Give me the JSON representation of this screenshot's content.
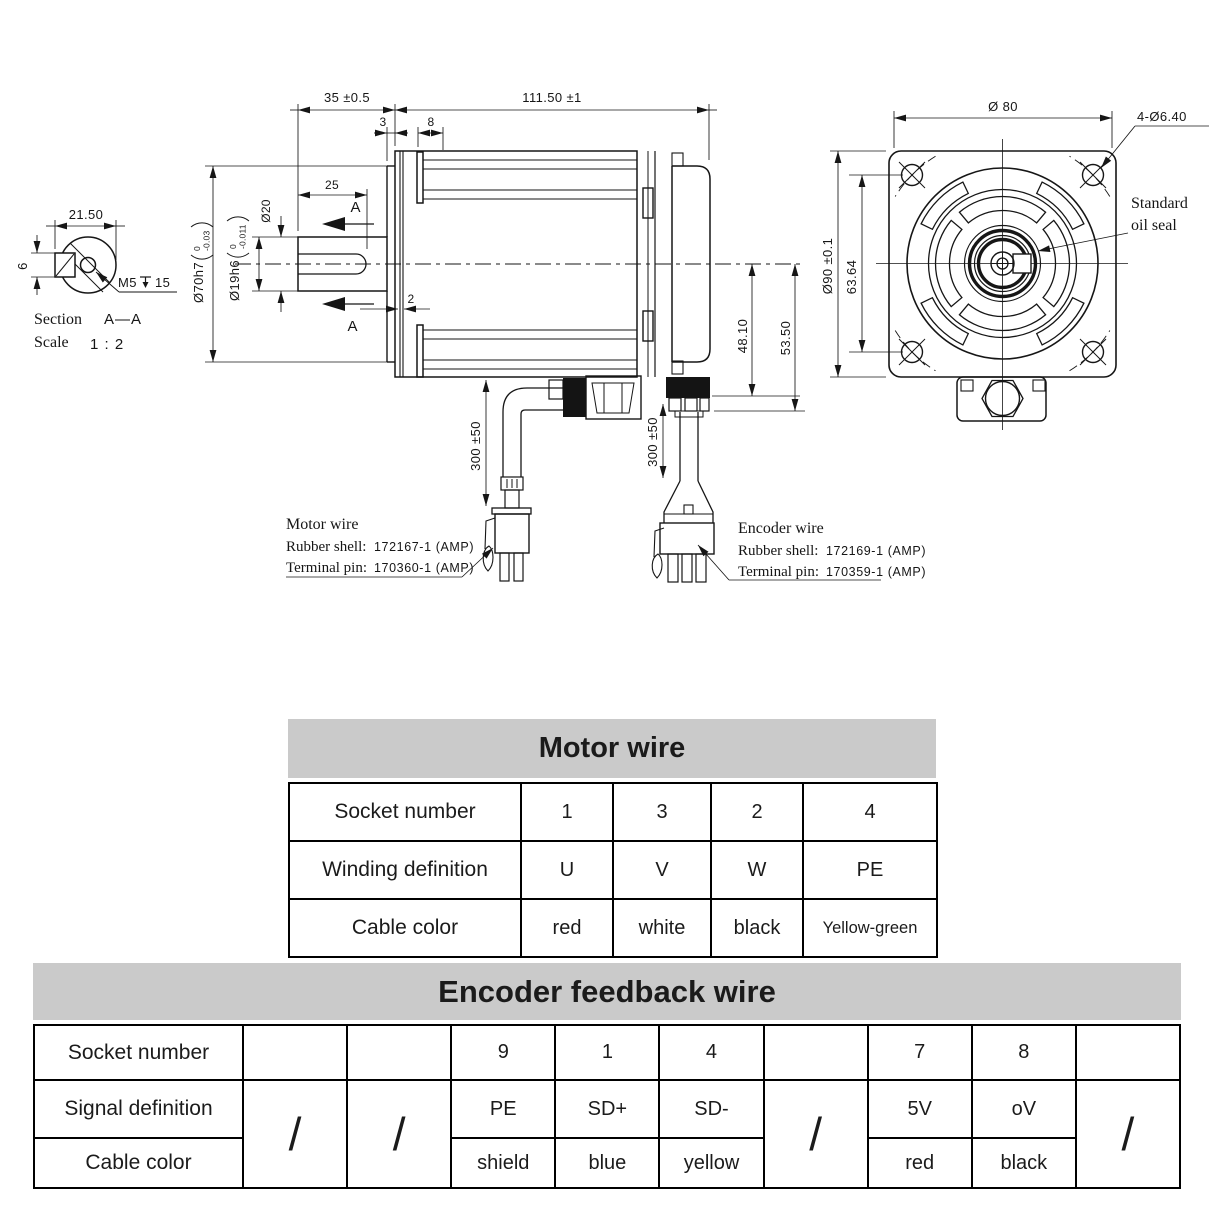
{
  "drawing": {
    "section_view": {
      "dim_width": "21.50",
      "dim_key_height": "6",
      "thread_label": "M5",
      "thread_depth": "15",
      "title_prefix": "Section",
      "title_value": "A—A",
      "scale_prefix": "Scale",
      "scale_value": "1 : 2"
    },
    "side_view": {
      "dim_shaft_length": "35 ±0.5",
      "dim_body_length": "111.50 ±1",
      "dim_boss_depth": "3",
      "dim_flange_thickness": "8",
      "dim_key_length": "25",
      "dim_shaft_dia": "Ø20",
      "dim_pilot_dia": {
        "label": "Ø70h7",
        "tol_top": "0",
        "tol_bottom": "-0.03"
      },
      "dim_shaft_fit": {
        "label": "Ø19h6",
        "tol_top": "0",
        "tol_bottom": "-0.011"
      },
      "dim_step": "2",
      "section_arrow_label": "A",
      "dim_cable_height_1": "48.10",
      "dim_cable_height_2": "53.50",
      "dim_motor_cable_length": "300 ±50",
      "dim_encoder_cable_length": "300 ±50"
    },
    "front_view": {
      "dim_flange_width": "Ø 80",
      "dim_mount_holes": "4-Ø6.40",
      "oil_seal_label_1": "Standard",
      "oil_seal_label_2": "oil seal",
      "dim_flange_height": "Ø90 ±0.1",
      "dim_hole_pitch": "63.64"
    },
    "motor_wire_label": {
      "title": "Motor wire",
      "shell_prefix": "Rubber shell:",
      "shell_value": "172167-1 (AMP)",
      "pin_prefix": "Terminal pin:",
      "pin_value": "170360-1 (AMP)"
    },
    "encoder_wire_label": {
      "title": "Encoder wire",
      "shell_prefix": "Rubber shell:",
      "shell_value": "172169-1 (AMP)",
      "pin_prefix": "Terminal pin:",
      "pin_value": "170359-1 (AMP)"
    }
  },
  "motor_table": {
    "title": "Motor wire",
    "rows": [
      {
        "label": "Socket number",
        "values": [
          "1",
          "3",
          "2",
          "4"
        ]
      },
      {
        "label": "Winding definition",
        "values": [
          "U",
          "V",
          "W",
          "PE"
        ]
      },
      {
        "label": "Cable color",
        "values": [
          "red",
          "white",
          "black",
          "Yellow-green"
        ]
      }
    ]
  },
  "encoder_table": {
    "title": "Encoder feedback wire",
    "rows": [
      {
        "label": "Socket number",
        "values": [
          "",
          "",
          "9",
          "1",
          "4",
          "",
          "7",
          "8",
          ""
        ]
      },
      {
        "label": "Signal definition",
        "values": [
          "/",
          "/",
          "PE",
          "SD+",
          "SD-",
          "/",
          "5V",
          "oV",
          "/"
        ]
      },
      {
        "label": "Cable color",
        "values": [
          "",
          "",
          "shield",
          "blue",
          "yellow",
          "",
          "red",
          "black",
          ""
        ]
      }
    ]
  }
}
